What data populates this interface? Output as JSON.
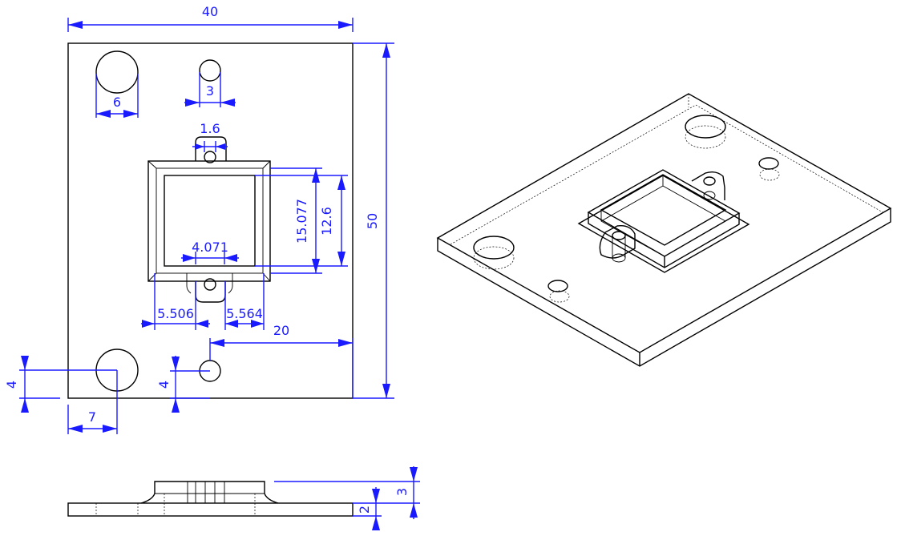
{
  "colors": {
    "dimension": "#1a1aff",
    "part": "#000000",
    "background": "#ffffff"
  },
  "dimensions": {
    "width": "40",
    "height": "50",
    "big_hole_dia": "6",
    "small_hole_dia": "3",
    "tab_slot": "1.6",
    "outer_square": "15.077",
    "inner_square": "12.6",
    "inner_half": "4.071",
    "left_offset": "5.506",
    "right_offset": "5.564",
    "small_hole_from_right": "20",
    "big_hole_from_bottom": "4",
    "small_hole_from_bottom": "4",
    "big_hole_from_left": "7",
    "plate_thickness": "2",
    "total_height": "3"
  }
}
